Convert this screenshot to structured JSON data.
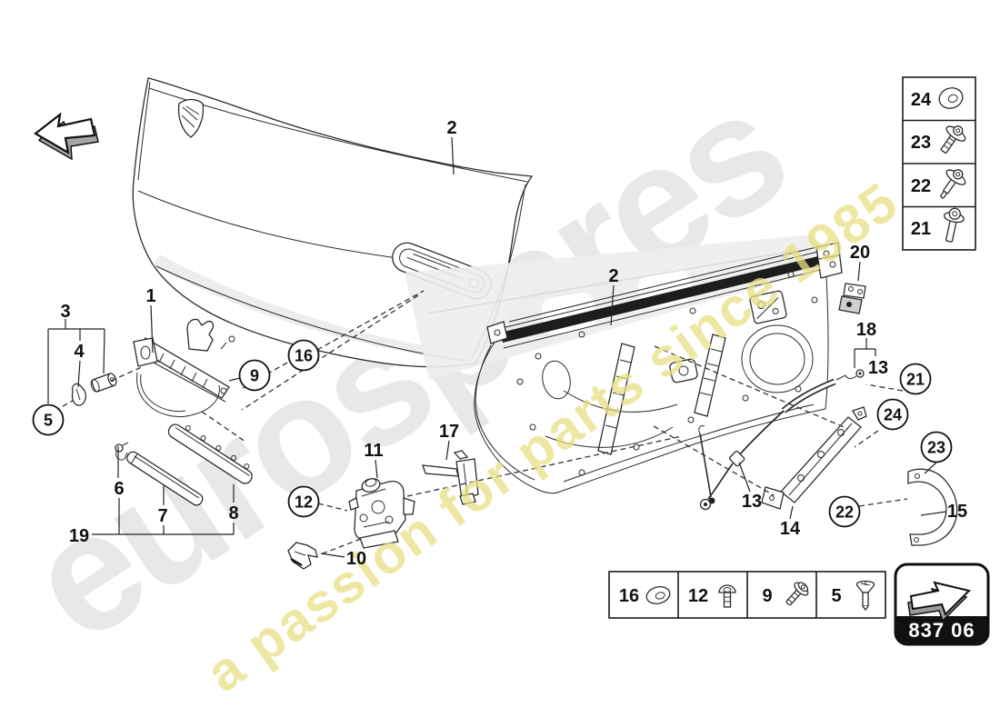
{
  "watermark": {
    "brand": "eurospares",
    "tagline": "a passion for parts since 1985"
  },
  "page_code": "837 06",
  "callouts": {
    "1": "1",
    "2": "2",
    "3": "3",
    "4": "4",
    "5": "5",
    "6": "6",
    "7": "7",
    "8": "8",
    "9": "9",
    "10": "10",
    "11": "11",
    "12": "12",
    "13": "13",
    "14": "14",
    "15": "15",
    "16": "16",
    "17": "17",
    "18": "18",
    "19": "19",
    "20": "20",
    "21": "21",
    "22": "22",
    "23": "23",
    "24": "24"
  },
  "right_table": {
    "rows": [
      {
        "num": "24",
        "icon": "washer-grommet-icon"
      },
      {
        "num": "23",
        "icon": "flanged-screw-icon"
      },
      {
        "num": "22",
        "icon": "flanged-screw-icon"
      },
      {
        "num": "21",
        "icon": "round-head-screw-icon"
      }
    ]
  },
  "bottom_table": {
    "cells": [
      {
        "num": "16",
        "icon": "washer-icon"
      },
      {
        "num": "12",
        "icon": "button-head-screw-icon"
      },
      {
        "num": "9",
        "icon": "pan-head-screw-icon"
      },
      {
        "num": "5",
        "icon": "countersunk-screw-icon"
      }
    ]
  }
}
